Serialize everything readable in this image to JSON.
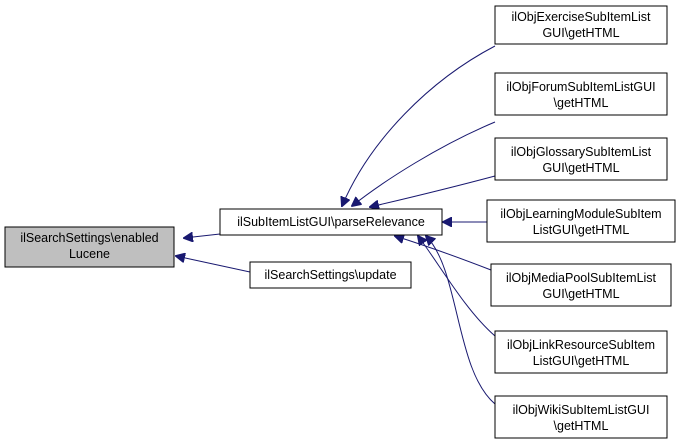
{
  "colors": {
    "edge": "#191970",
    "node_border": "#000000",
    "node_fill": "#ffffff",
    "root_fill": "#bfbfbf",
    "text": "#000000"
  },
  "nodes": {
    "root": {
      "lines": [
        "ilSearchSettings\\enabled",
        "Lucene"
      ]
    },
    "parse": {
      "lines": [
        "ilSubItemListGUI\\parseRelevance"
      ]
    },
    "update": {
      "lines": [
        "ilSearchSettings\\update"
      ]
    },
    "exercise": {
      "lines": [
        "ilObjExerciseSubItemList",
        "GUI\\getHTML"
      ]
    },
    "forum": {
      "lines": [
        "ilObjForumSubItemListGUI",
        "\\getHTML"
      ]
    },
    "glossary": {
      "lines": [
        "ilObjGlossarySubItemList",
        "GUI\\getHTML"
      ]
    },
    "learning": {
      "lines": [
        "ilObjLearningModuleSubItem",
        "ListGUI\\getHTML"
      ]
    },
    "mediapool": {
      "lines": [
        "ilObjMediaPoolSubItemList",
        "GUI\\getHTML"
      ]
    },
    "link": {
      "lines": [
        "ilObjLinkResourceSubItem",
        "ListGUI\\getHTML"
      ]
    },
    "wiki": {
      "lines": [
        "ilObjWikiSubItemListGUI",
        "\\getHTML"
      ]
    }
  },
  "edges": [
    {
      "from": "parse",
      "to": "root"
    },
    {
      "from": "update",
      "to": "root"
    },
    {
      "from": "exercise",
      "to": "parse"
    },
    {
      "from": "forum",
      "to": "parse"
    },
    {
      "from": "glossary",
      "to": "parse"
    },
    {
      "from": "learning",
      "to": "parse"
    },
    {
      "from": "mediapool",
      "to": "parse"
    },
    {
      "from": "link",
      "to": "parse"
    },
    {
      "from": "wiki",
      "to": "parse"
    }
  ]
}
